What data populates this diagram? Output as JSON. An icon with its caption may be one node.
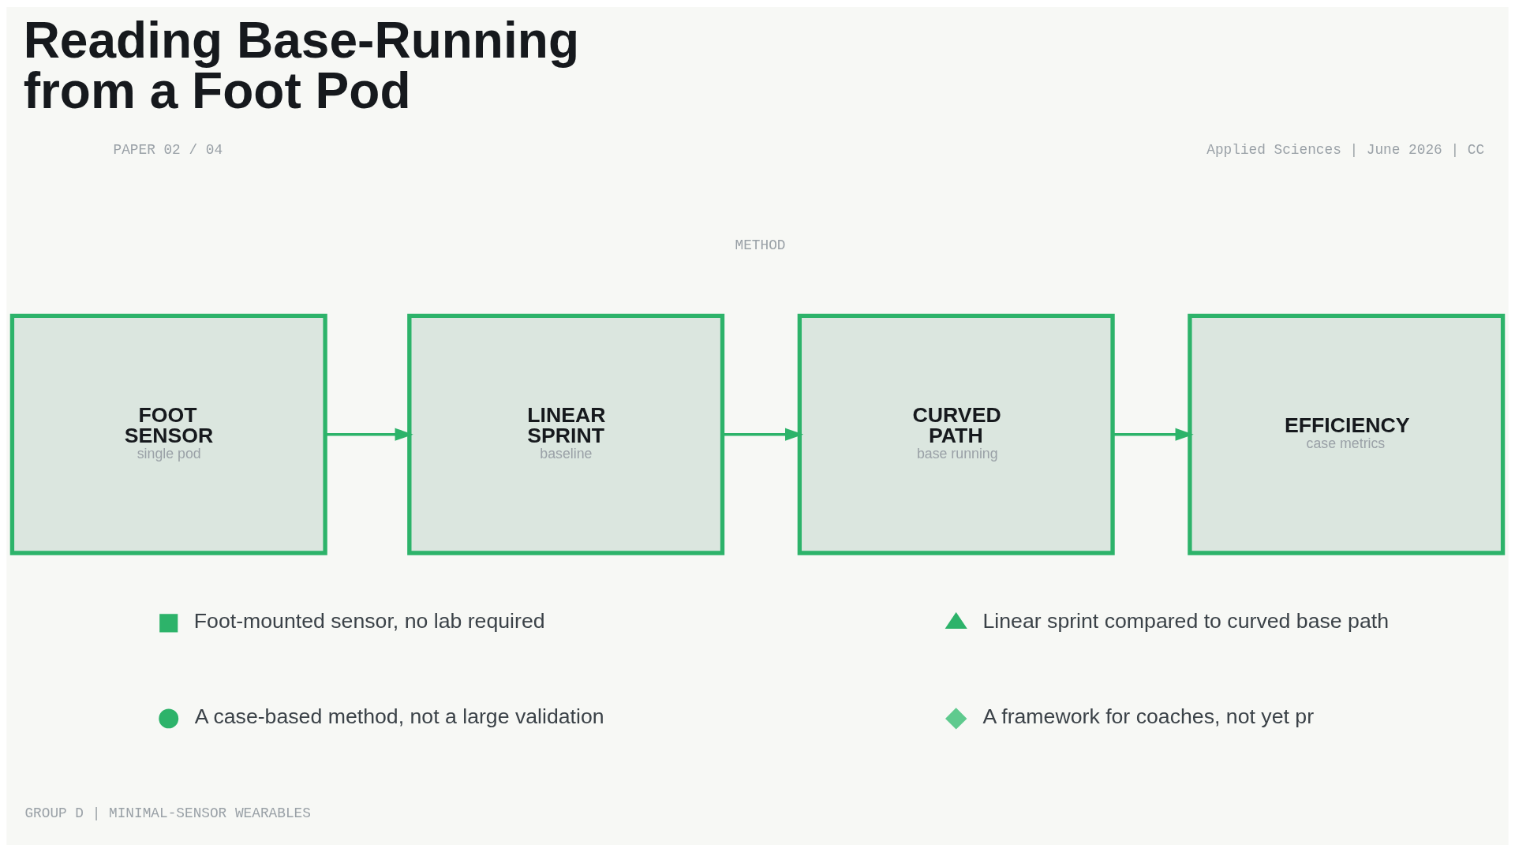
{
  "diagram": {
    "title": "Reading Base-Running from a Foot Pod",
    "nodes": [
      {
        "text": [
          "FOOT SENSOR",
          "single pod"
        ]
      },
      {
        "text": [
          "LINEAR SPRINT",
          "baseline"
        ]
      },
      {
        "text": [
          "CURVED PATH",
          "base running"
        ]
      },
      {
        "text": [
          "EFFICIENCY",
          "case metrics"
        ]
      }
    ],
    "edges": [
      {
        "from": 0,
        "to": 1,
        "arrow": "to"
      },
      {
        "from": 1,
        "to": 2,
        "arrow": "to"
      },
      {
        "from": 2,
        "to": 3,
        "arrow": "to"
      }
    ],
    "labels": [
      "PAPER 02 / 04",
      "Applied Sciences | June 2026 | CC",
      "METHOD",
      "Foot-mounted sensor, no lab required",
      "Linear sprint compared to curved base path",
      "A case-based method, not a large validation",
      "A framework for coaches, not yet pr",
      "GROUP D | MINIMAL-SENSOR WEARABLES"
    ]
  }
}
